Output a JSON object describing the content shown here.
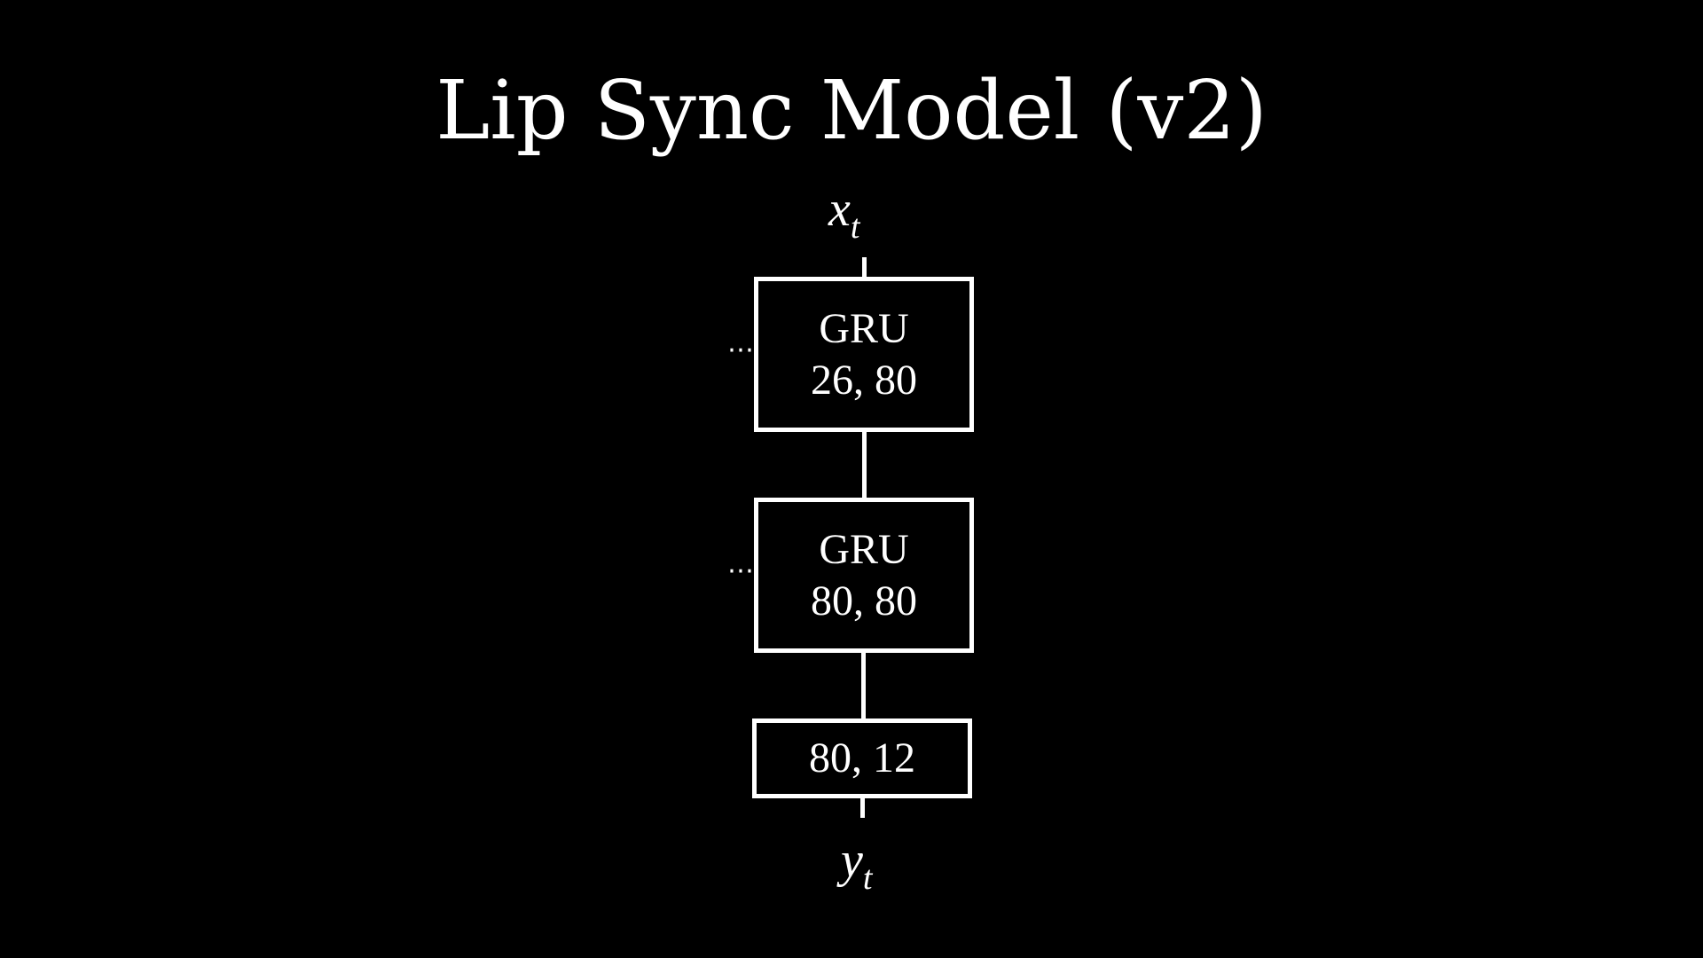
{
  "title": "Lip Sync Model (v2)",
  "input": {
    "base": "x",
    "subscript": "t"
  },
  "output": {
    "base": "y",
    "subscript": "t"
  },
  "blocks": [
    {
      "line1": "GRU",
      "line2": "26, 80"
    },
    {
      "line1": "GRU",
      "line2": "80, 80"
    },
    {
      "line1": "80, 12"
    }
  ],
  "recurrent_marker": "⋯"
}
